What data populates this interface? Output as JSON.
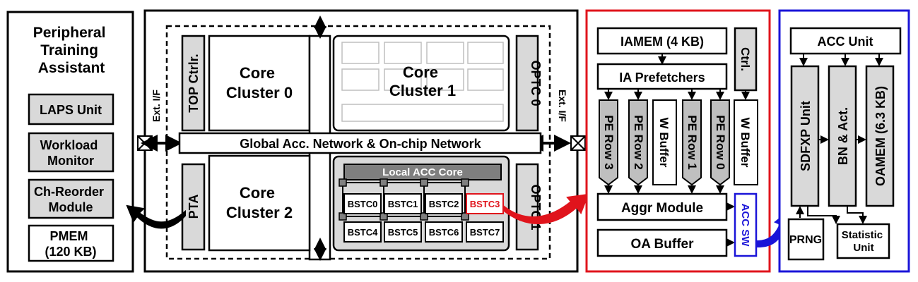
{
  "colors": {
    "red_frame": "#e0141c",
    "blue_frame": "#1a14d8",
    "gray_fill": "#d9d9d9",
    "dark_gray": "#7f7f7f",
    "mid_gray": "#bfbfbf"
  },
  "pta_panel": {
    "title_lines": [
      "Peripheral",
      "Training",
      "Assistant"
    ],
    "laps": "LAPS Unit",
    "workload_lines": [
      "Workload",
      "Monitor"
    ],
    "chreorder_lines": [
      "Ch-Reorder",
      "Module"
    ],
    "pmem_lines": [
      "PMEM",
      "(120 KB)"
    ]
  },
  "chip": {
    "ext_if_left": "Ext. I/F",
    "ext_if_right": "Ext. I/F",
    "top_ctrl": "TOP Ctrlr.",
    "cluster0_lines": [
      "Core",
      "Cluster 0"
    ],
    "cluster1_lines": [
      "Core",
      "Cluster 1"
    ],
    "cluster2_lines": [
      "Core",
      "Cluster 2"
    ],
    "optc0": "OPTC 0",
    "optc1": "OPTC 1",
    "network": "Global Acc. Network & On-chip Network",
    "pta": "PTA",
    "local_acc_core": "Local ACC Core",
    "bstc_row1": [
      "BSTC0",
      "BSTC1",
      "BSTC2",
      "BSTC3"
    ],
    "bstc_row2": [
      "BSTC4",
      "BSTC5",
      "BSTC6",
      "BSTC7"
    ]
  },
  "core_panel": {
    "iamem": "IAMEM (4 KB)",
    "ctrl": "Ctrl.",
    "prefetchers": "IA Prefetchers",
    "pe_rows": [
      "PE Row 3",
      "PE Row 2",
      "PE Row 1",
      "PE Row 0"
    ],
    "w_buffer": "W Buffer",
    "aggr": "Aggr Module",
    "oa_buffer": "OA Buffer",
    "acc_sw": "ACC SW"
  },
  "acc_panel": {
    "acc_unit": "ACC Unit",
    "sdfxp": "SDFXP Unit",
    "bn_act": "BN & Act.",
    "oamem": "OAMEM (6.3 KB)",
    "prng": "PRNG",
    "statistic_lines": [
      "Statistic",
      "Unit"
    ]
  }
}
